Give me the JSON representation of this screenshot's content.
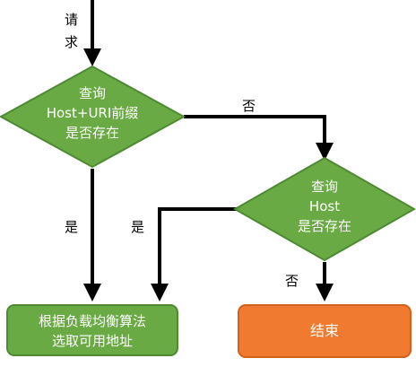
{
  "colors": {
    "decision_fill": "#6aaa44",
    "decision_stroke": "#4e8a33",
    "process_fill": "#6aaa44",
    "terminal_fill": "#f07a30",
    "arrow": "#000000",
    "node_text": "#ffffff",
    "edge_text": "#000000"
  },
  "edges": {
    "request_char1": "请",
    "request_char2": "求",
    "no_right": "否",
    "yes_left": "是",
    "yes_second": "是",
    "no_down": "否"
  },
  "nodes": {
    "decision1": {
      "line1": "查询",
      "line2": "Host+URI前缀",
      "line3": "是否存在"
    },
    "decision2": {
      "line1": "查询",
      "line2": "Host",
      "line3": "是否存在"
    },
    "process": {
      "line1": "根据负载均衡算法",
      "line2": "选取可用地址"
    },
    "terminal": {
      "label": "结束"
    }
  }
}
